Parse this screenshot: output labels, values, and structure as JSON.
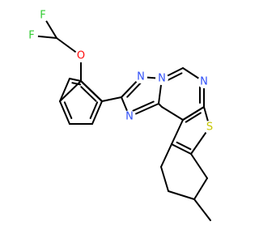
{
  "atom_labels": {
    "f1": "F",
    "f2": "F",
    "o": "O",
    "n_triazole_top": "N",
    "n_bridge": "N",
    "n_triazole_bottom": "N",
    "n_pyrimidine": "N",
    "s": "S"
  },
  "colors": {
    "bond": "#000000",
    "carbon": "#000000",
    "fluorine": "#33cc33",
    "oxygen": "#ff0d0d",
    "nitrogen": "#3050f8",
    "sulfur": "#c6c600"
  }
}
